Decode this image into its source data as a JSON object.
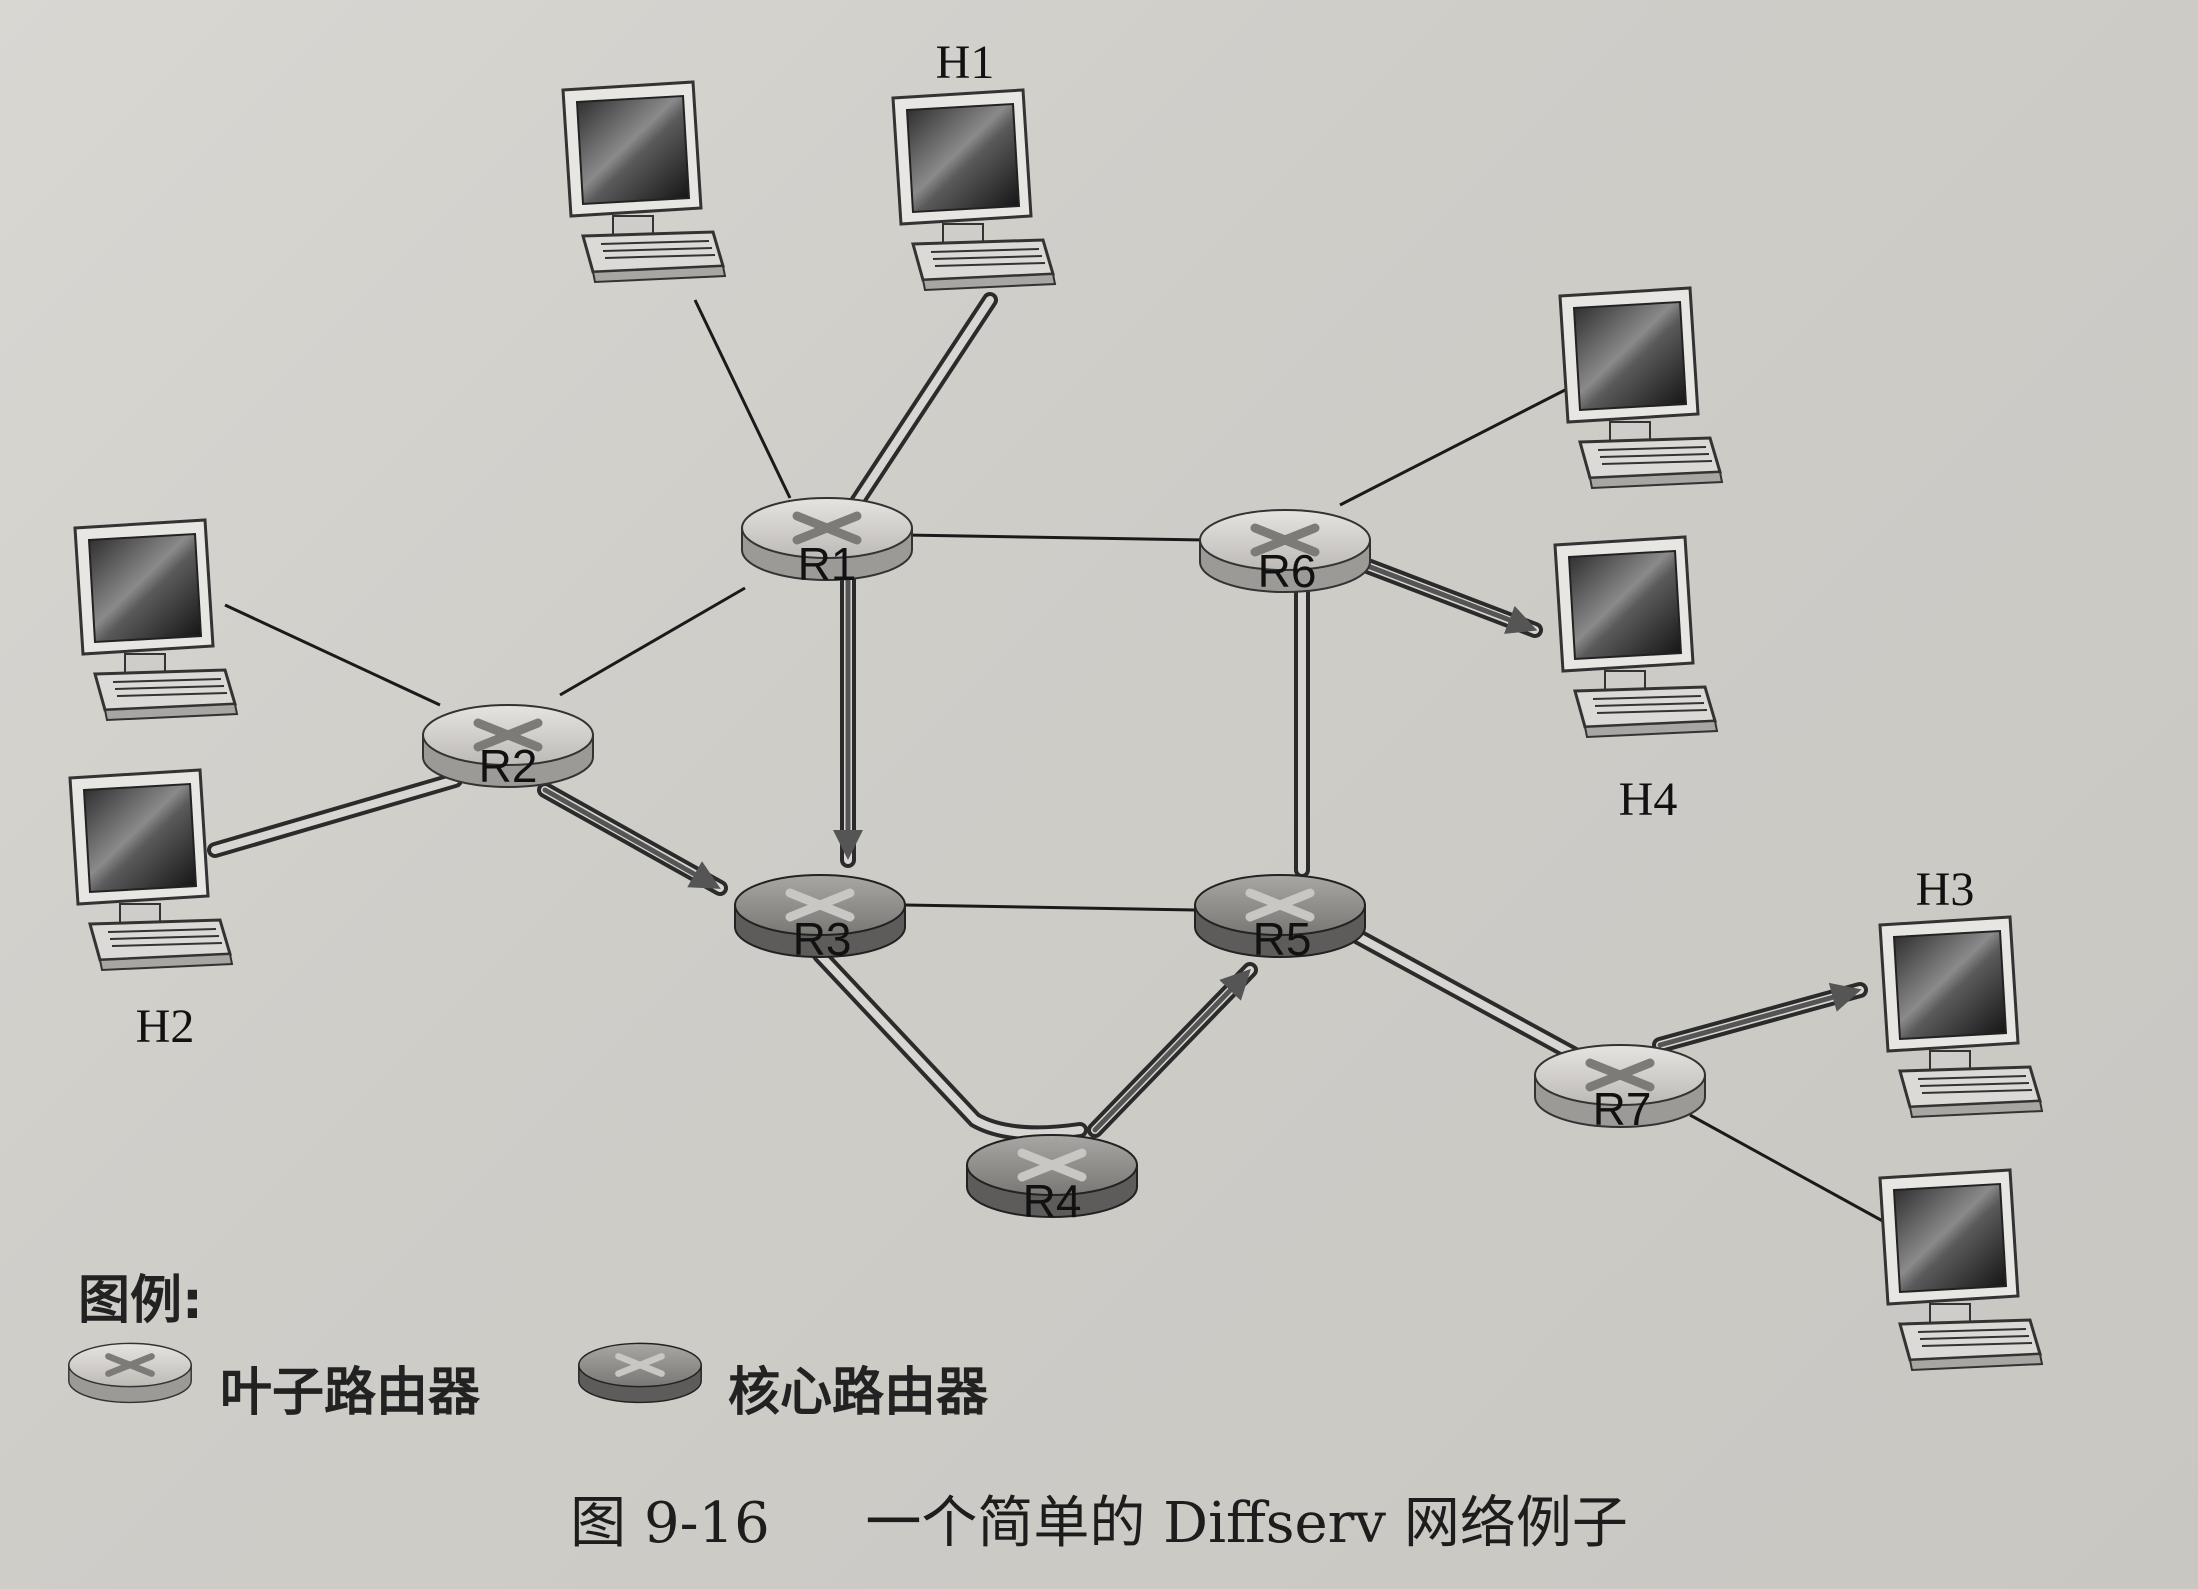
{
  "routers": [
    {
      "id": "R1",
      "label": "R1",
      "kind": "edge"
    },
    {
      "id": "R2",
      "label": "R2",
      "kind": "edge"
    },
    {
      "id": "R3",
      "label": "R3",
      "kind": "core"
    },
    {
      "id": "R4",
      "label": "R4",
      "kind": "core"
    },
    {
      "id": "R5",
      "label": "R5",
      "kind": "core"
    },
    {
      "id": "R6",
      "label": "R6",
      "kind": "edge"
    },
    {
      "id": "R7",
      "label": "R7",
      "kind": "edge"
    }
  ],
  "hosts": {
    "h1": "H1",
    "h2": "H2",
    "h3": "H3",
    "h4": "H4"
  },
  "legend": {
    "title": "图例:",
    "edge_label": "叶子路由器",
    "core_label": "核心路由器"
  },
  "caption": {
    "number": "图 9-16",
    "text": "一个简单的 Diffserv 网络例子"
  },
  "colors": {
    "edge_router": "#cfcdca",
    "core_router": "#8e8c89",
    "link": "#1a1a1a",
    "flow": "#555555"
  }
}
